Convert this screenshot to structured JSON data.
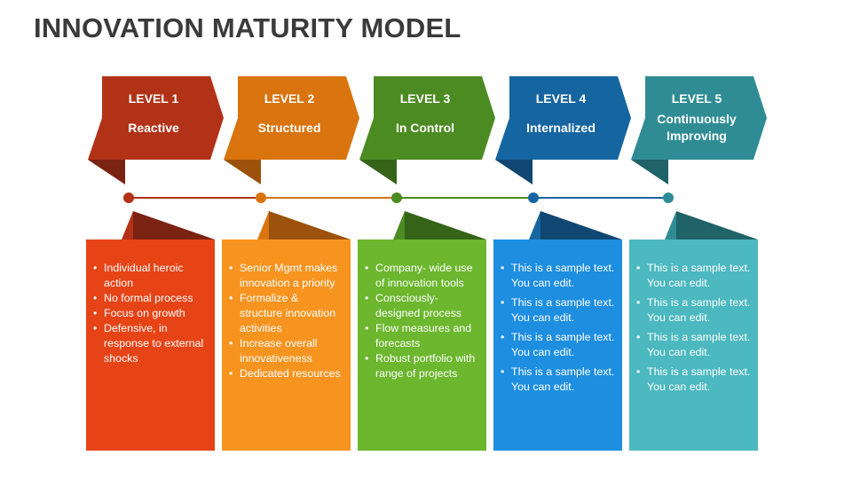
{
  "title": "INNOVATION MATURITY MODEL",
  "colors": {
    "level1": "#b23218",
    "level1_dark": "#7a2312",
    "level1_box": "#e64417",
    "level2": "#d9740f",
    "level2_dark": "#9c520a",
    "level2_box": "#f79420",
    "level3": "#4c8b22",
    "level3_dark": "#356318",
    "level3_box": "#6cb72e",
    "level4": "#1565a0",
    "level4_dark": "#0f4772",
    "level4_box": "#1e8ee0",
    "level5": "#2f8c94",
    "level5_dark": "#1f6268",
    "level5_box": "#4cb8c0"
  },
  "levels": [
    {
      "level": "LEVEL 1",
      "name": "Reactive",
      "points": [
        "Individual heroic action",
        "No formal process",
        "Focus on growth",
        "Defensive, in response to external shocks"
      ]
    },
    {
      "level": "LEVEL 2",
      "name": "Structured",
      "points": [
        "Senior Mgmt makes innovation a priority",
        "Formalize & structure innovation activities",
        "Increase overall innovativeness",
        "Dedicated resources"
      ]
    },
    {
      "level": "LEVEL 3",
      "name": "In Control",
      "points": [
        "Company- wide use of innovation tools",
        "Consciously- designed process",
        "Flow measures and forecasts",
        "Robust portfolio with range of projects"
      ]
    },
    {
      "level": "LEVEL 4",
      "name": "Internalized",
      "points": [
        "This is a sample text. You can edit.",
        "This is a sample text. You can edit.",
        "This is a sample text. You can edit.",
        "This is a sample text. You can edit."
      ]
    },
    {
      "level": "LEVEL 5",
      "name": "Continuously Improving",
      "points": [
        "This is a sample text. You can edit.",
        "This is a sample text. You can edit.",
        "This is a sample text. You can edit.",
        "This is a sample text. You can edit."
      ]
    }
  ]
}
